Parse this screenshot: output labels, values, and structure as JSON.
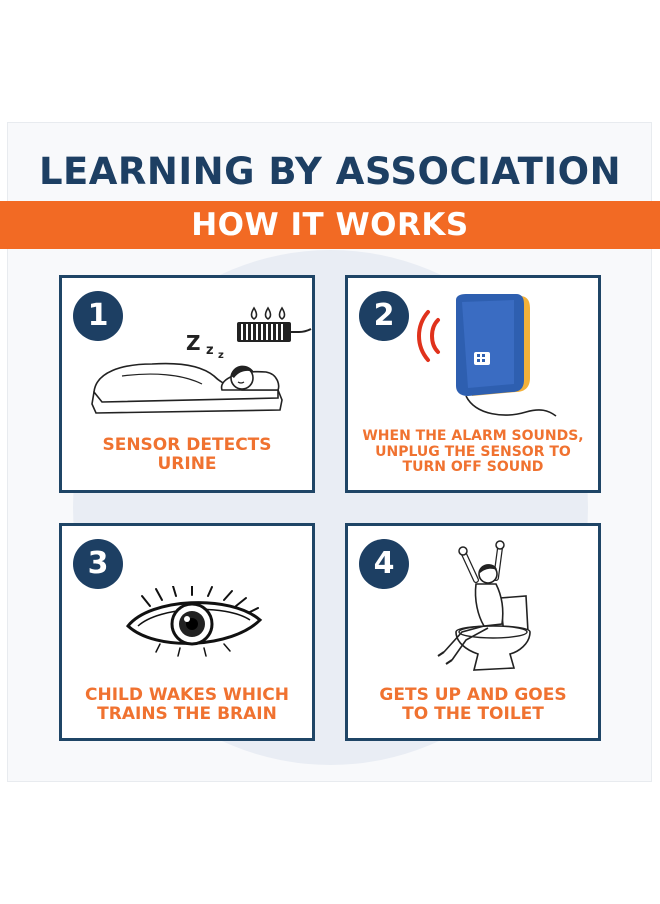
{
  "header": {
    "title": "LEARNING BY ASSOCIATION",
    "banner": "HOW IT WORKS"
  },
  "colors": {
    "navy": "#1d3f63",
    "orange": "#f26a24",
    "alarm_red": "#e0321c",
    "device_blue": "#2e5fb0"
  },
  "steps": [
    {
      "number": "1",
      "lines": [
        "SENSOR DETECTS",
        "URINE"
      ],
      "illustration": "sleeping-child-with-sensor-icon"
    },
    {
      "number": "2",
      "lines": [
        "WHEN THE ALARM SOUNDS,",
        "UNPLUG THE SENSOR TO",
        "TURN OFF SOUND"
      ],
      "illustration": "alarm-device-icon"
    },
    {
      "number": "3",
      "lines": [
        "CHILD WAKES WHICH",
        "TRAINS THE BRAIN"
      ],
      "illustration": "eye-icon"
    },
    {
      "number": "4",
      "lines": [
        "GETS UP AND GOES",
        "TO THE TOILET"
      ],
      "illustration": "child-on-toilet-icon"
    }
  ]
}
